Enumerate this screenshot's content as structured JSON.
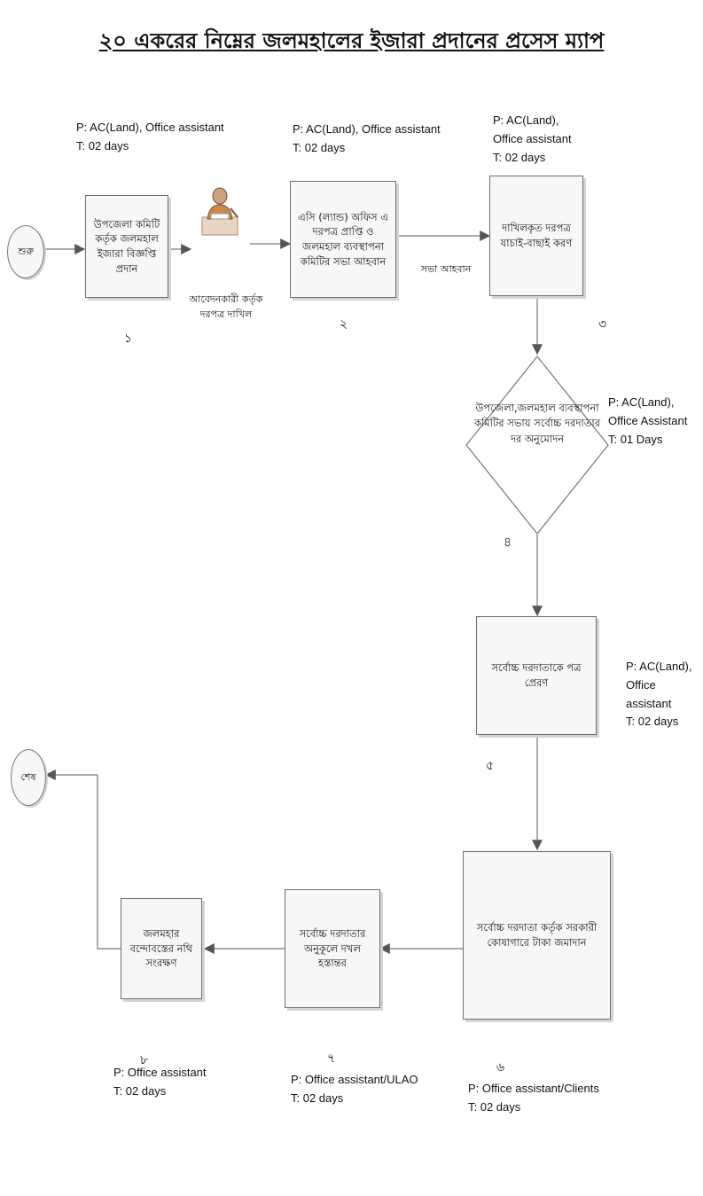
{
  "title": "২০ একরের নিম্নের জলমহালের ইজারা প্রদানের প্রসেস ম্যাপ",
  "start_label": "শুরু",
  "end_label": "শেষ",
  "applicant_icon": "person-at-desk-icon",
  "applicant_label": "আবেদনকারী কর্তৃক\nদরপত্র দাখিল",
  "meeting_label": "সভা আহবান",
  "steps": [
    {
      "number": "১",
      "text": "উপজেলা কমিটি কর্তৃক জলমহাল ইজারা বিজ্ঞপ্তি প্রদান",
      "info": "P: AC(Land), Office assistant\nT: 02 days"
    },
    {
      "number": "২",
      "text": "এসি (ল্যান্ড) অফিস এ দরপত্র প্রাপ্তি ও জলমহাল ব্যবস্থাপনা কমিটির সভা আহবান",
      "info": "P: AC(Land), Office assistant\nT: 02 days"
    },
    {
      "number": "৩",
      "text": "দাখিলকৃত দরপত্র যাচাই-বাছাই করণ",
      "info": "P: AC(Land),\nOffice assistant\nT: 02 days"
    },
    {
      "number": "৪",
      "text": "উপজেলা,জলমহাল ব্যবস্থাপনা কমিটির সভায় সর্বোচ্চ দরদাতার\nদর অনুমোদন",
      "info": "P:  AC(Land),\n    Office Assistant\nT:  01 Days"
    },
    {
      "number": "৫",
      "text": "সর্বোচ্চ দরদাতাকে পত্র প্রেরণ",
      "info": "P: AC(Land),\nOffice assistant\nT: 02 days"
    },
    {
      "number": "৬",
      "text": "সর্বোচ্চ দরদাতা কর্তৃক সরকারী কোষাগারে টাকা জমাদান",
      "info": "P: Office assistant/Clients\nT: 02 days"
    },
    {
      "number": "৭",
      "text": "সর্বোচ্চ দরদাতার অনুকূলে দখল হস্তান্তর",
      "info": "P: Office assistant/ULAO\nT: 02 days"
    },
    {
      "number": "৮",
      "text": "জলমহার বন্দোবস্তের নথি সংরক্ষণ",
      "info": "P: Office assistant\nT: 02 days"
    }
  ]
}
